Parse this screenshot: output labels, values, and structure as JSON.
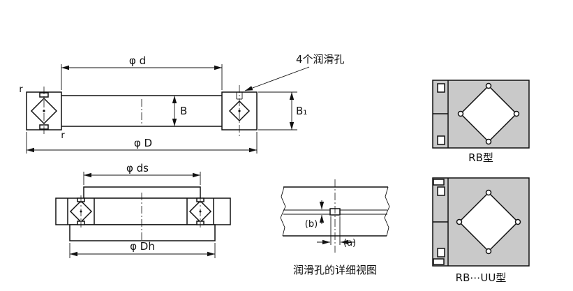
{
  "colors": {
    "line": "#111111",
    "section_fill": "#c9c9c9"
  },
  "main_view": {
    "dim_inner_diameter": "φ d",
    "dim_width_B": "B",
    "dim_width_B1": "B₁",
    "dim_outer_diameter": "φ D",
    "chamfer_top": "r",
    "chamfer_bottom": "r",
    "lube_holes_callout": "4个润滑孔"
  },
  "mounted_view": {
    "dim_shaft_step": "φ ds",
    "dim_housing_step": "φ Dh"
  },
  "lube_hole_detail": {
    "dim_depth": "(b)",
    "dim_diameter": "(a)",
    "caption": "润滑孔的详细视图"
  },
  "section_rb": {
    "label": "RB型"
  },
  "section_rb_uu": {
    "label": "RB⋯UU型"
  }
}
